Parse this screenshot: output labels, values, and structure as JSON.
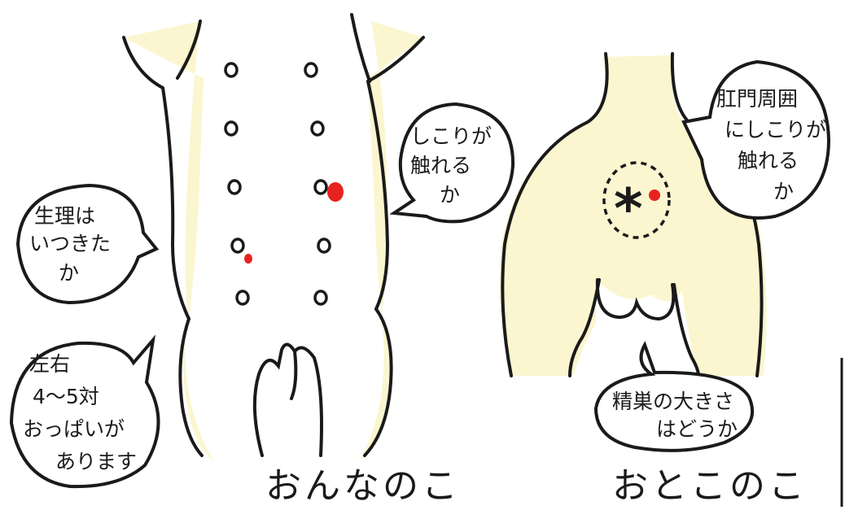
{
  "colors": {
    "skin_fill": "#fbf6cf",
    "skin_fill_light": "#fcf9de",
    "outline": "#1a1a1a",
    "lump_red": "#e8231f",
    "paper": "#ffffff"
  },
  "female": {
    "caption": "おんなのこ",
    "bubble_period": [
      "生理は",
      "いつきた",
      "か"
    ],
    "bubble_nipples": [
      "左右",
      "4～5対",
      "おっぱいが",
      "あります"
    ],
    "bubble_lump": [
      "しこりが",
      "触れる",
      "か"
    ],
    "nipple_pairs_count": 5
  },
  "male": {
    "caption": "おとこのこ",
    "bubble_anus": [
      "肛門周囲",
      "にしこりが",
      "触れる",
      "か"
    ],
    "bubble_testes": [
      "精巣の大きさ",
      "はどうか"
    ],
    "anus_symbol": "*"
  }
}
